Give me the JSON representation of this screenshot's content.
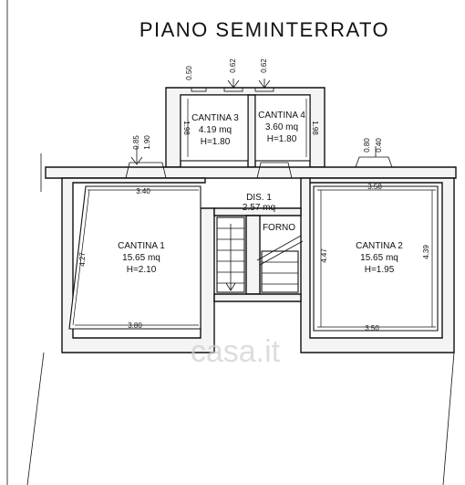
{
  "title": "PIANO SEMINTERRATO",
  "rooms": [
    {
      "name": "CANTINA 1",
      "area": "15.65 mq",
      "height": "H=2.10"
    },
    {
      "name": "CANTINA 2",
      "area": "15.65 mq",
      "height": "H=1.95"
    },
    {
      "name": "CANTINA 3",
      "area": "4.19 mq",
      "height": "H=1.80"
    },
    {
      "name": "CANTINA 4",
      "area": "3.60 mq",
      "height": "H=1.80"
    },
    {
      "name": "DIS. 1",
      "area": "2.57 mq"
    }
  ],
  "labels": {
    "forno": "FORNO"
  },
  "dimensions": {
    "c1_top": "3.40",
    "c1_bottom": "3.80",
    "c1_side": "4.27",
    "c2_top": "3.58",
    "c2_bottom": "3.50",
    "c2_left": "4.47",
    "c2_right": "4.39",
    "c3_side": "1.98",
    "c4_side": "1.98",
    "win_c3": "0.50",
    "win_mid": "0.62",
    "win_c4": "0.62",
    "win_c1_a": "0.85",
    "win_c1_b": "1.90",
    "win_c2_a": "0.80",
    "win_c2_b": "0.40"
  },
  "watermark": "casa.it"
}
